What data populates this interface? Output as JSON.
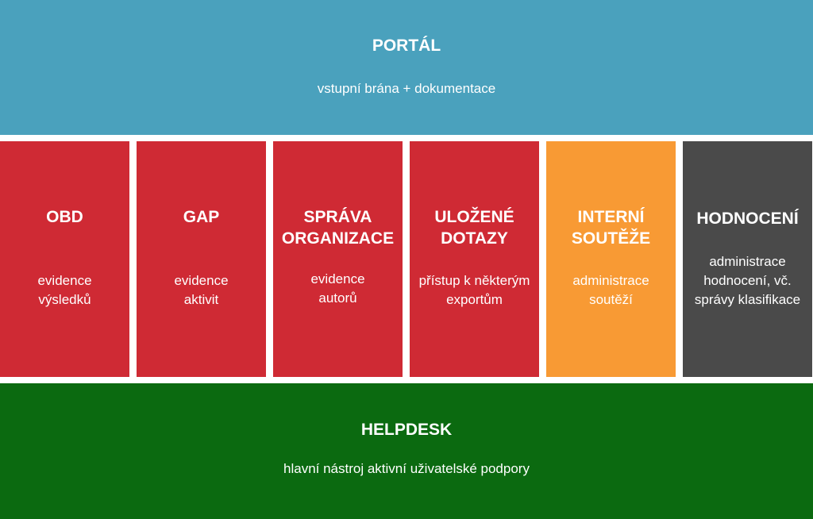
{
  "colors": {
    "portal": "#4aa1bd",
    "red_module": "#cf2a34",
    "orange_module": "#f89a34",
    "gray_module": "#4a4a4a",
    "helpdesk": "#0b6a10"
  },
  "portal": {
    "title": "PORTÁL",
    "description": "vstupní brána + dokumentace"
  },
  "modules": [
    {
      "title": "OBD",
      "description": "evidence\nvýsledků"
    },
    {
      "title": "GAP",
      "description": "evidence\naktivit"
    },
    {
      "title": "SPRÁVA\nORGANIZACE",
      "description": "evidence\nautorů"
    },
    {
      "title": "ULOŽENÉ\nDOTAZY",
      "description": "přístup k některým\nexportům"
    },
    {
      "title": "INTERNÍ\nSOUTĚŽE",
      "description": "administrace\nsoutěží"
    },
    {
      "title": "HODNOCENÍ",
      "description": "administrace\nhodnocení, vč.\nsprávy klasifikace"
    }
  ],
  "helpdesk": {
    "title": "HELPDESK",
    "description": "hlavní nástroj aktivní uživatelské podpory"
  }
}
